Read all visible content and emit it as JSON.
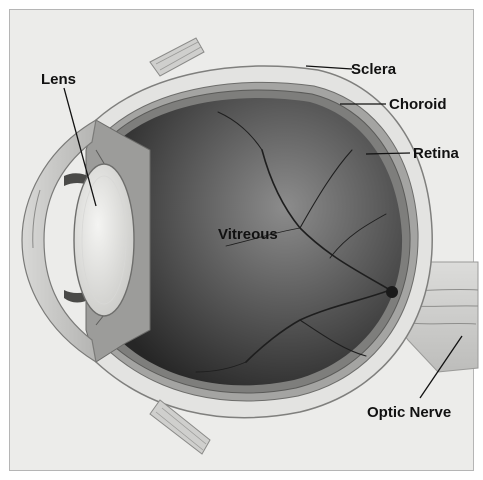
{
  "figure": {
    "labels": {
      "lens": "Lens",
      "sclera": "Sclera",
      "choroid": "Choroid",
      "retina": "Retina",
      "vitreous": "Vitreous",
      "optic_nerve": "Optic Nerve"
    }
  }
}
